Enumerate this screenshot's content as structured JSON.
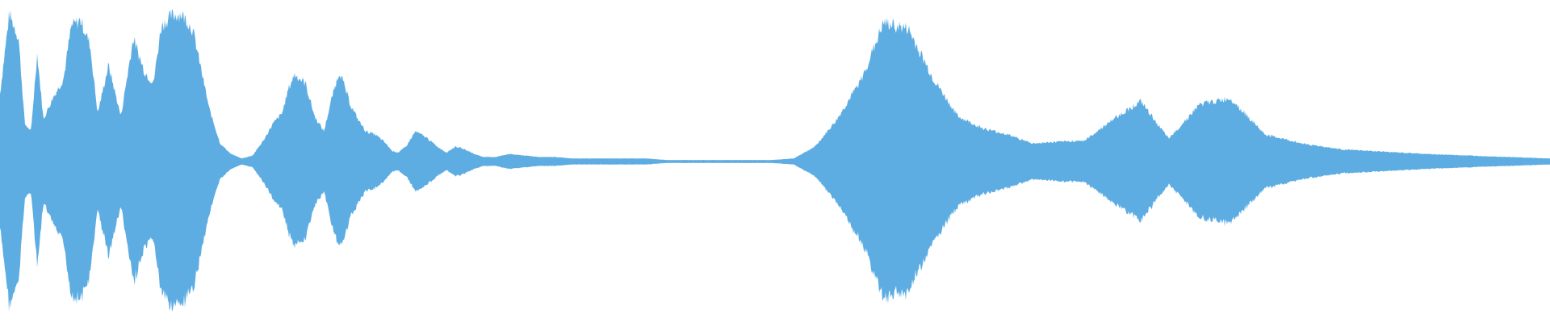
{
  "waveform": {
    "color": "#5dade2",
    "background": "#ffffff",
    "envelope": [
      0.45,
      0.98,
      0.82,
      0.25,
      0.2,
      0.72,
      0.28,
      0.42,
      0.55,
      0.9,
      0.94,
      0.78,
      0.32,
      0.64,
      0.3,
      0.82,
      0.6,
      0.52,
      0.9,
      0.97,
      0.98,
      0.93,
      0.88,
      0.8,
      0.65,
      0.35,
      0.12,
      0.05,
      0.02,
      0.04,
      0.14,
      0.25,
      0.32,
      0.48,
      0.58,
      0.52,
      0.3,
      0.2,
      0.42,
      0.6,
      0.38,
      0.28,
      0.2,
      0.18,
      0.13,
      0.07,
      0.06,
      0.1,
      0.2,
      0.16,
      0.1,
      0.06,
      0.1,
      0.08,
      0.05,
      0.03,
      0.03,
      0.05,
      0.04,
      0.03,
      0.03,
      0.02,
      0.02,
      0.02,
      0.02,
      0.02,
      0.01,
      0.01,
      0.01,
      0.01,
      0.01,
      0.01,
      0.02,
      0.1,
      0.28,
      0.55,
      0.92,
      0.88,
      0.55,
      0.3,
      0.22,
      0.18,
      0.12,
      0.13,
      0.14,
      0.28,
      0.4,
      0.15,
      0.38,
      0.42,
      0.18,
      0.12,
      0.08,
      0.05,
      0.02
    ],
    "nodes": [
      0.0,
      0.006,
      0.012,
      0.016,
      0.02,
      0.024,
      0.028,
      0.034,
      0.041,
      0.046,
      0.052,
      0.058,
      0.063,
      0.07,
      0.078,
      0.086,
      0.093,
      0.099,
      0.104,
      0.111,
      0.117,
      0.121,
      0.124,
      0.126,
      0.129,
      0.135,
      0.142,
      0.149,
      0.156,
      0.163,
      0.17,
      0.176,
      0.182,
      0.186,
      0.19,
      0.197,
      0.203,
      0.209,
      0.214,
      0.219,
      0.226,
      0.231,
      0.236,
      0.242,
      0.248,
      0.253,
      0.257,
      0.262,
      0.268,
      0.275,
      0.282,
      0.288,
      0.294,
      0.3,
      0.306,
      0.312,
      0.32,
      0.328,
      0.338,
      0.348,
      0.358,
      0.369,
      0.38,
      0.392,
      0.404,
      0.417,
      0.43,
      0.443,
      0.456,
      0.47,
      0.484,
      0.498,
      0.512,
      0.526,
      0.54,
      0.556,
      0.57,
      0.586,
      0.602,
      0.618,
      0.634,
      0.65,
      0.666,
      0.682,
      0.7,
      0.718,
      0.736,
      0.754,
      0.774,
      0.794,
      0.816,
      0.84,
      0.866,
      0.92,
      1.0
    ]
  }
}
